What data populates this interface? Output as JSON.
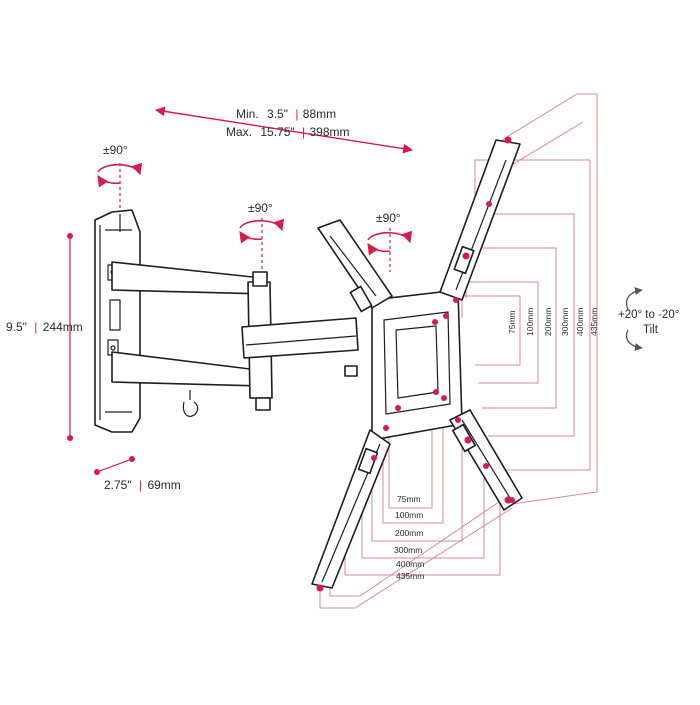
{
  "labels": {
    "rot_wall": "±90°",
    "rot_mid": "±90°",
    "rot_head": "±90°",
    "extension_min_prefix": "Min.",
    "extension_min_in": "3.5\"",
    "extension_min_mm": "88mm",
    "extension_max_prefix": "Max.",
    "extension_max_in": "15.75\"",
    "extension_max_mm": "398mm",
    "height_in": "9.5\"",
    "height_mm": "244mm",
    "depth_in": "2.75\"",
    "depth_mm": "69mm",
    "tilt_range": "+20° to -20°",
    "tilt_word": "Tilt"
  },
  "vesa_vertical": [
    "75mm",
    "100mm",
    "200mm",
    "300mm",
    "400mm",
    "435mm"
  ],
  "vesa_horizontal": [
    "75mm",
    "100mm",
    "200mm",
    "300mm",
    "400mm",
    "435mm"
  ],
  "colors": {
    "accent": "#d91a4a",
    "dimension": "#d9889a",
    "line": "#1e1e1e"
  }
}
